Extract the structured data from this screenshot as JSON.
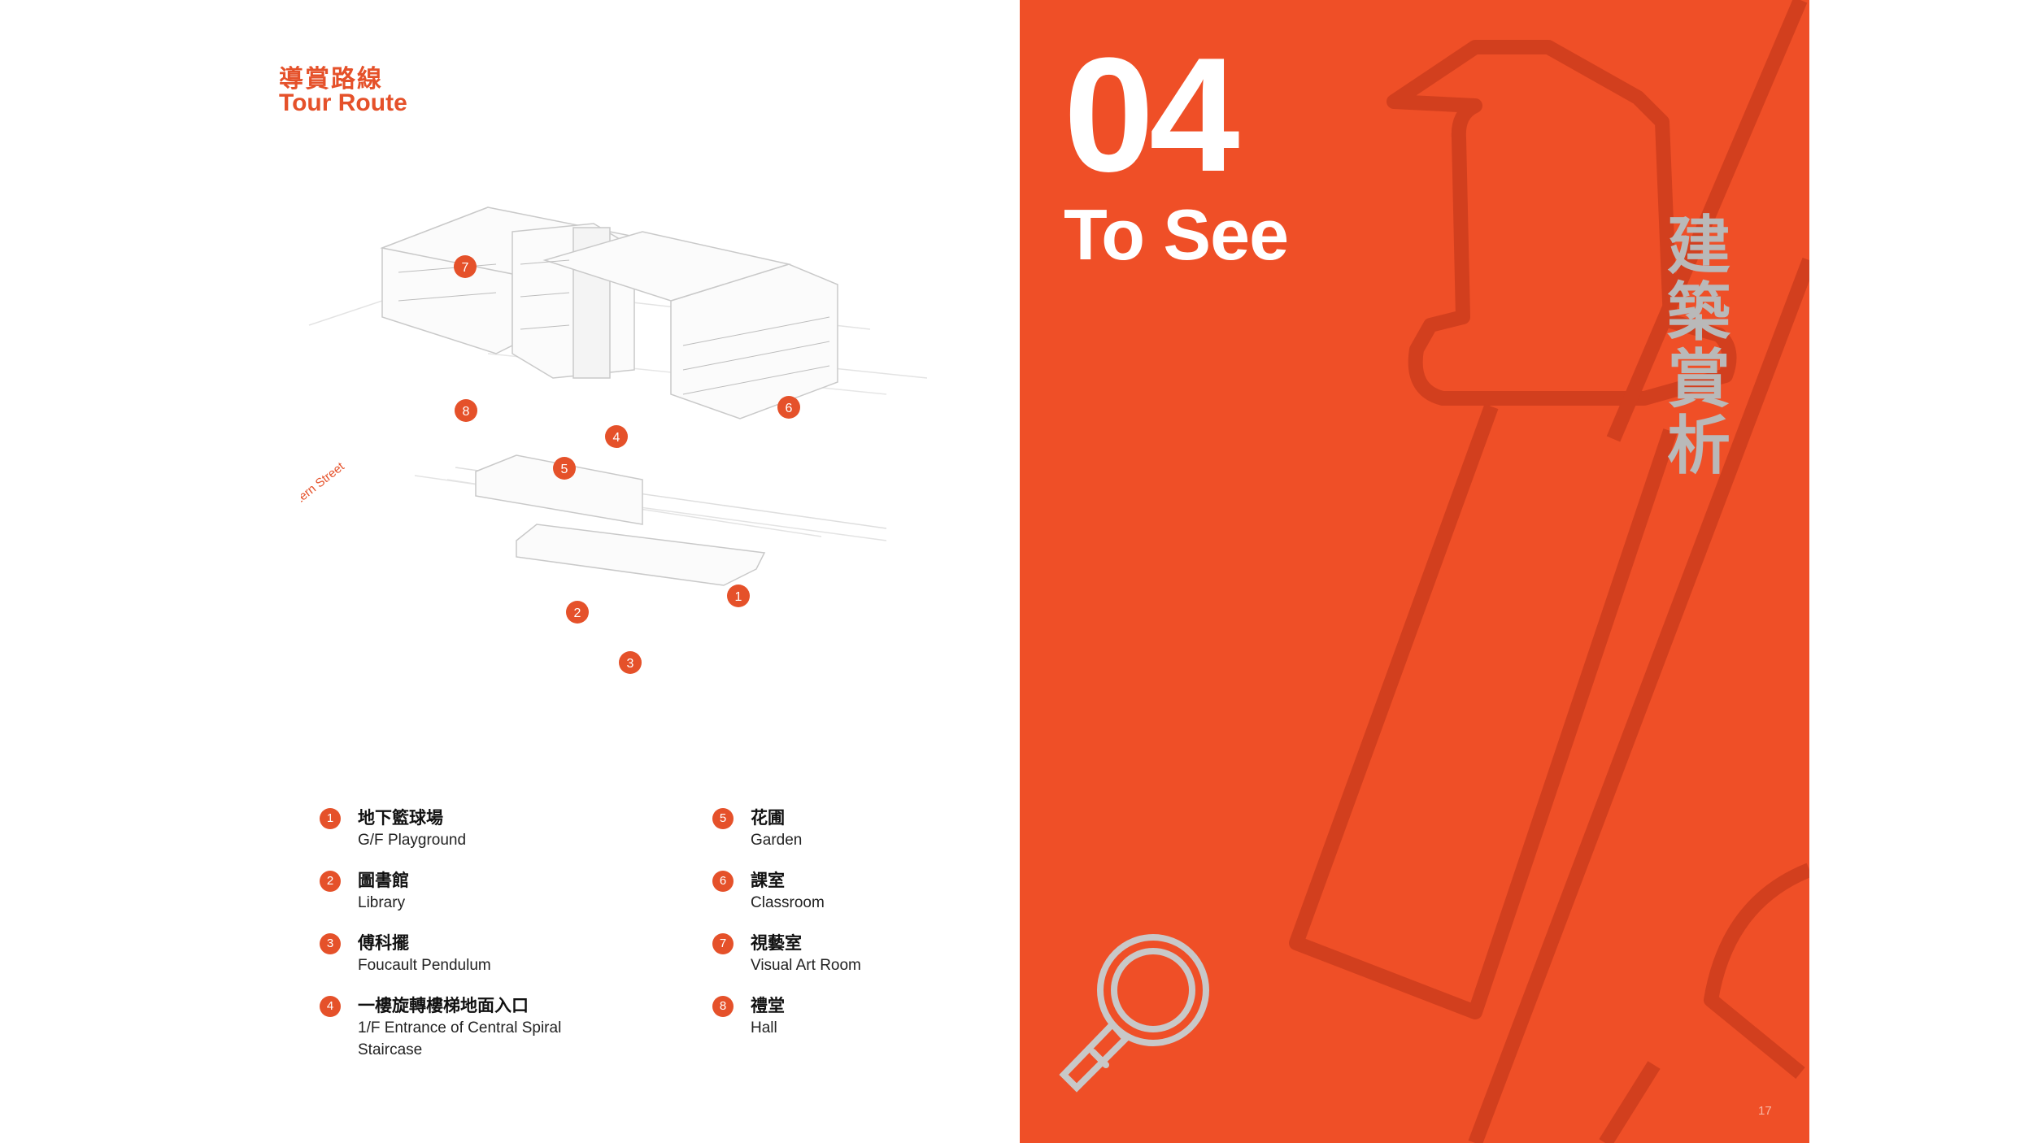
{
  "left": {
    "title_zh": "導賞路線",
    "title_en": "Tour Route",
    "street_label": "東邊街 Eastern Street",
    "markers": [
      "1",
      "2",
      "3",
      "4",
      "5",
      "6",
      "7",
      "8"
    ],
    "legend": [
      {
        "num": "1",
        "zh": "地下籃球場",
        "en": "G/F Playground"
      },
      {
        "num": "2",
        "zh": "圖書館",
        "en": "Library"
      },
      {
        "num": "3",
        "zh": "傅科擺",
        "en": "Foucault Pendulum"
      },
      {
        "num": "4",
        "zh": "一樓旋轉樓梯地面入口",
        "en": "1/F Entrance of Central Spiral Staircase"
      },
      {
        "num": "5",
        "zh": "花圃",
        "en": "Garden"
      },
      {
        "num": "6",
        "zh": "課室",
        "en": "Classroom"
      },
      {
        "num": "7",
        "zh": "視藝室",
        "en": "Visual Art Room"
      },
      {
        "num": "8",
        "zh": "禮堂",
        "en": "Hall"
      }
    ]
  },
  "right": {
    "section_number": "04",
    "section_title": "To See",
    "vertical_zh": [
      "建",
      "築",
      "賞",
      "析"
    ],
    "page_number": "17"
  },
  "colors": {
    "accent": "#ef4f27",
    "marker": "#e5512a",
    "decor_line": "#d23f1e",
    "vertical_text": "#b9b9b9",
    "icon": "#c8c8c8"
  },
  "icons": {
    "decor": "bell-shape-outline",
    "lens": "magnifier-icon"
  }
}
